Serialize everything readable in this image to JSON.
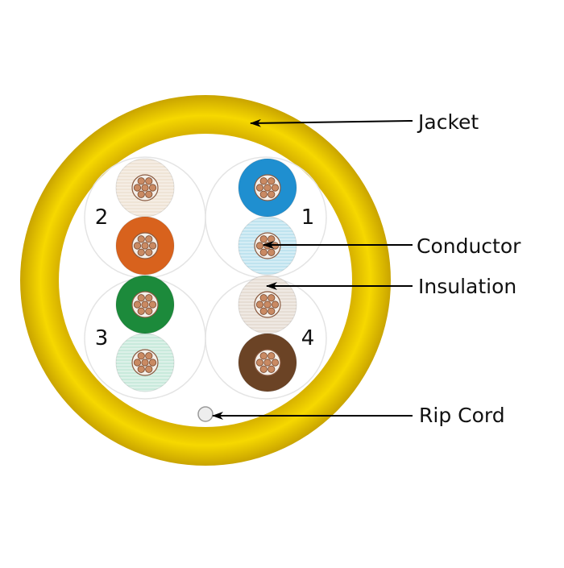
{
  "labels": {
    "jacket": "Jacket",
    "conductor": "Conductor",
    "insulation": "Insulation",
    "rip_cord": "Rip Cord"
  },
  "pair_numbers": {
    "pair1": "1",
    "pair2": "2",
    "pair3": "3",
    "pair4": "4"
  },
  "colors": {
    "jacket": "#f2cf00",
    "jacket_shadow": "#c9a600",
    "conductor": "#c98a63",
    "blue": "#1f8fd0",
    "blue_white": "#bfe3ef",
    "orange": "#d8621d",
    "orange_white": "#efe4d6",
    "green": "#1c8a3b",
    "green_white": "#c9eadc",
    "brown": "#6b4325",
    "brown_white": "#e6ddd4",
    "rip_cord": "#e8e8e8"
  }
}
